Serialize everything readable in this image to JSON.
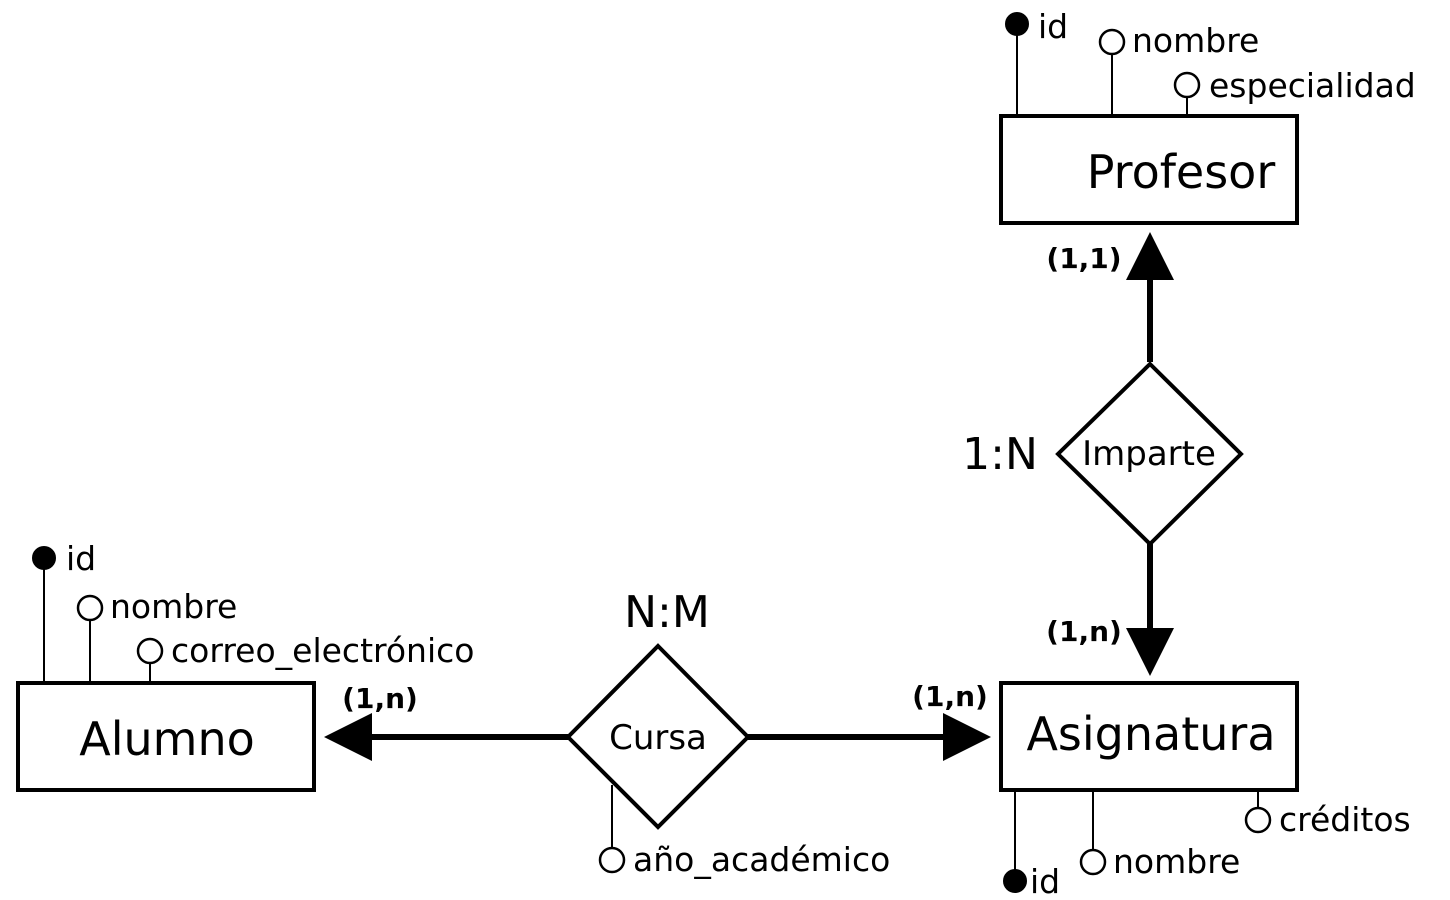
{
  "entities": {
    "profesor": "Profesor",
    "alumno": "Alumno",
    "asignatura": "Asignatura"
  },
  "relationships": {
    "imparte": {
      "label": "Imparte",
      "ratio": "1:N"
    },
    "cursa": {
      "label": "Cursa",
      "ratio": "N:M"
    }
  },
  "cardinalities": {
    "profesor_imparte": "(1,1)",
    "asignatura_imparte": "(1,n)",
    "alumno_cursa": "(1,n)",
    "asignatura_cursa": "(1,n)"
  },
  "attributes": {
    "profesor": [
      {
        "name": "id",
        "key": true
      },
      {
        "name": "nombre",
        "key": false
      },
      {
        "name": "especialidad",
        "key": false
      }
    ],
    "alumno": [
      {
        "name": "id",
        "key": true
      },
      {
        "name": "nombre",
        "key": false
      },
      {
        "name": "correo_electrónico",
        "key": false
      }
    ],
    "asignatura": [
      {
        "name": "id",
        "key": true
      },
      {
        "name": "nombre",
        "key": false
      },
      {
        "name": "créditos",
        "key": false
      }
    ],
    "cursa": [
      {
        "name": "año_académico",
        "key": false
      }
    ]
  }
}
